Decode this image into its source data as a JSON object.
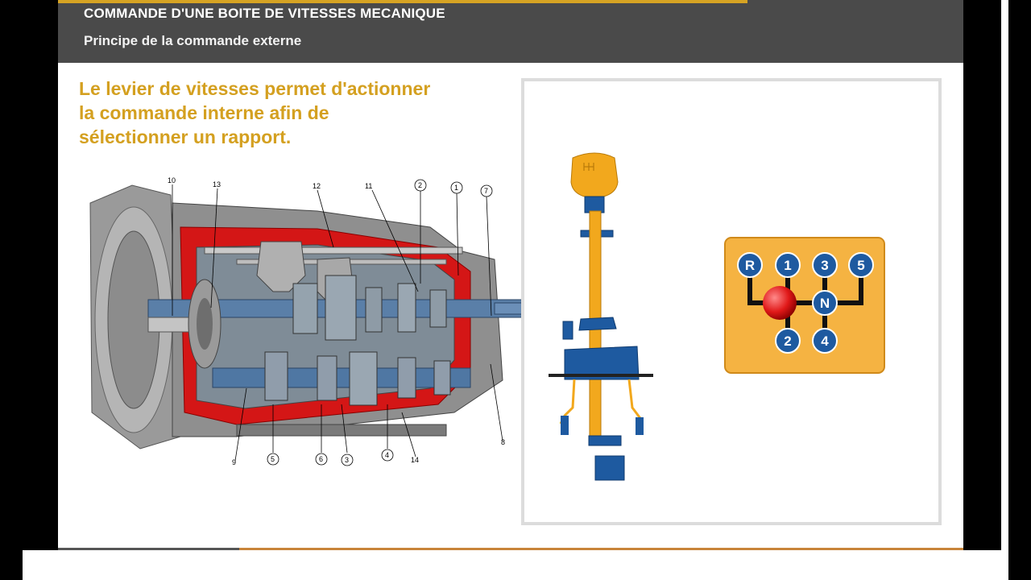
{
  "header": {
    "title": "COMMANDE D'UNE BOITE DE VITESSES MECANIQUE",
    "subtitle": "Principe de la commande externe"
  },
  "lead": {
    "line1": "Le levier de vitesses permet d'actionner",
    "line2": "la commande interne afin de",
    "line3": "sélectionner un rapport."
  },
  "diagram": {
    "labels": {
      "l10": "10",
      "l13": "13",
      "l12": "12",
      "l11": "11",
      "l2": "2",
      "l1": "1",
      "l7": "7",
      "l8": "8",
      "l9": "9",
      "l5": "5",
      "l6": "6",
      "l3": "3",
      "l4": "4",
      "l14": "14"
    }
  },
  "gearbox_pattern": {
    "reverse": "R",
    "g1": "1",
    "g3": "3",
    "g5": "5",
    "neutral": "N",
    "g2": "2",
    "g4": "4"
  },
  "colors": {
    "header_bg": "#4a4a4a",
    "accent": "#d6a323",
    "lead_text": "#d4a020",
    "lever_orange": "#f2a81d",
    "lever_blue": "#1e5aa0",
    "gate_bg": "#f5b342",
    "knob_red": "#e01818"
  }
}
